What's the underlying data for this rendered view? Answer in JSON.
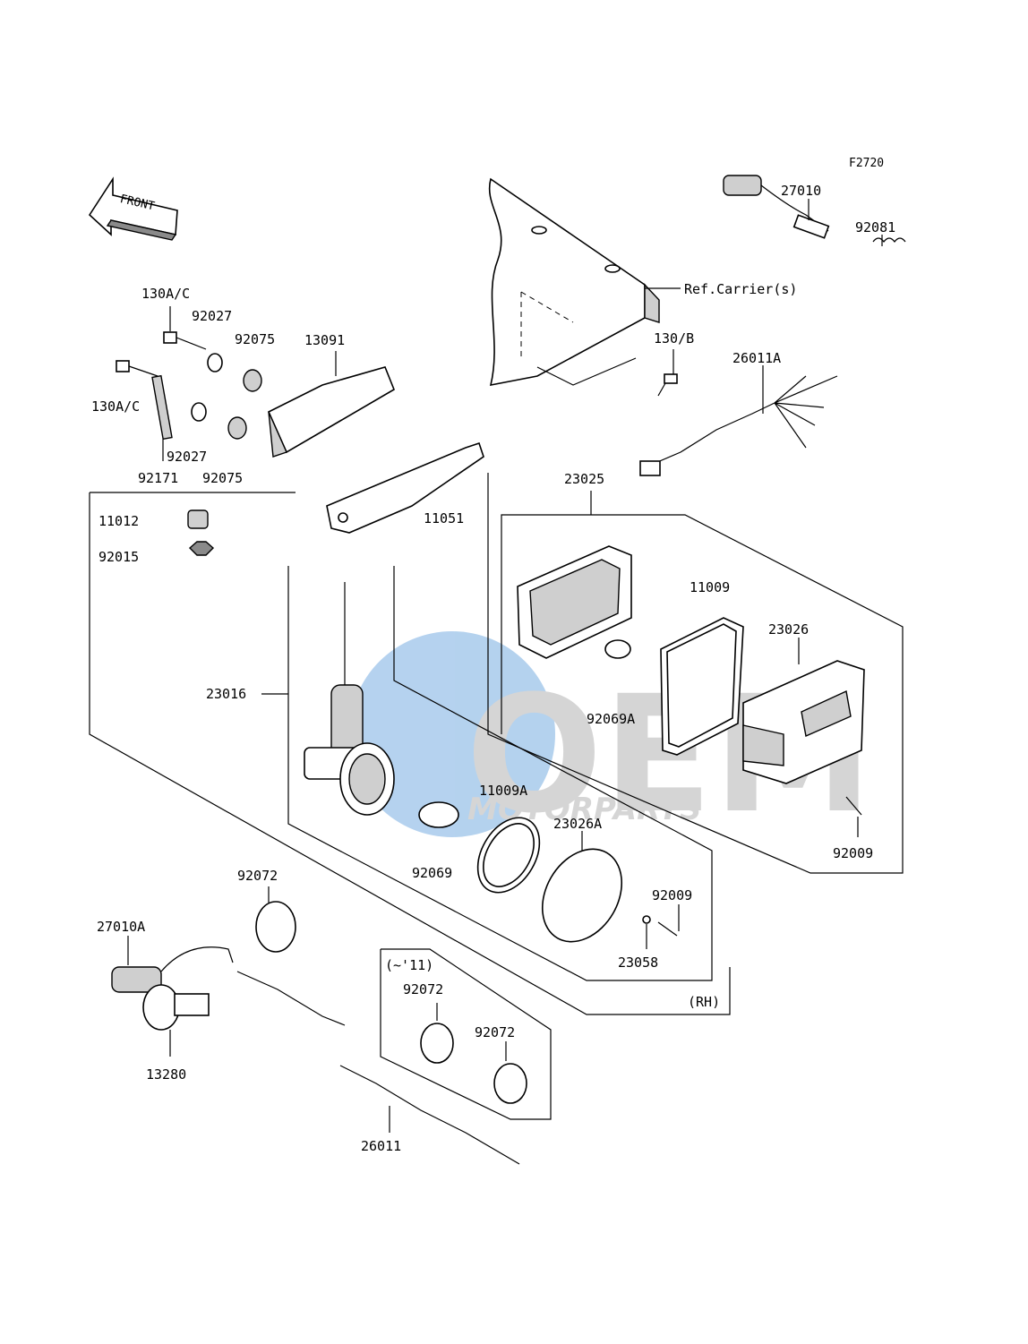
{
  "figure_code": "F2720",
  "front_label": "FRONT",
  "ref_label": "Ref.Carrier(s)",
  "side_label": "(RH)",
  "range_label": "(~'11)",
  "watermark": {
    "main": "OEM",
    "sub": "MOTORPARTS"
  },
  "parts": {
    "p27010": "27010",
    "p92081": "92081",
    "p130b": "130/B",
    "p26011a": "26011A",
    "p130ac_top": "130A/C",
    "p92027_top": "92027",
    "p92075_top": "92075",
    "p13091": "13091",
    "p130ac_bot": "130A/C",
    "p92027_bot": "92027",
    "p92075_bot": "92075",
    "p92171": "92171",
    "p11012": "11012",
    "p92015": "92015",
    "p11051": "11051",
    "p23025": "23025",
    "p11009": "11009",
    "p23026": "23026",
    "p92069a": "92069A",
    "p23016": "23016",
    "p11009a": "11009A",
    "p23026a": "23026A",
    "p92069": "92069",
    "p92009_r": "92009",
    "p92009_l": "92009",
    "p23058": "23058",
    "p92072_a": "92072",
    "p27010a": "27010A",
    "p13280": "13280",
    "p92072_b": "92072",
    "p92072_c": "92072",
    "p26011": "26011"
  },
  "colors": {
    "line": "#000000",
    "watermark_blue": "#2b7fd0",
    "watermark_grey": "#9a9a9a"
  }
}
